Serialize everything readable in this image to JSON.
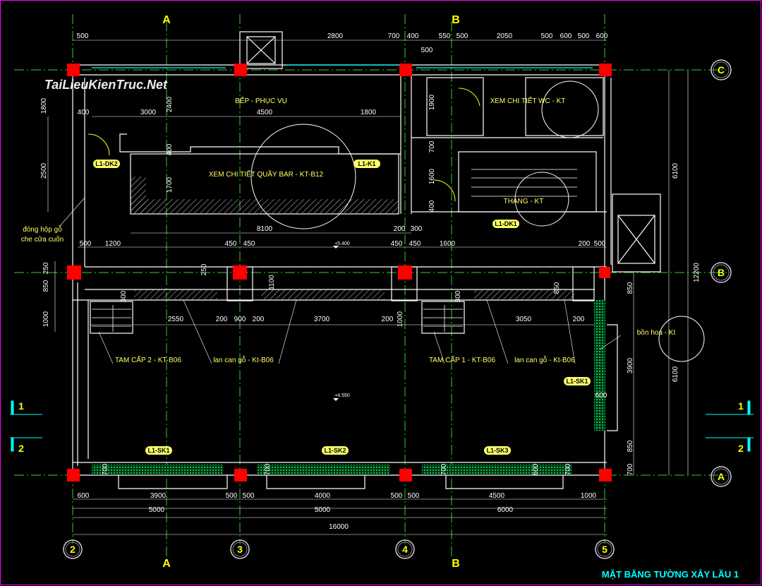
{
  "colors": {
    "background": "#000000",
    "wall": "#ffffff",
    "column": "#ff0000",
    "grid": "#33cc33",
    "dim": "#ffffff",
    "label": "#ffff66",
    "cyan": "#00ffff",
    "green": "#00ff66",
    "frame": "#ff00ff"
  },
  "watermark": {
    "text": "TaiLieuKienTruc.Net"
  },
  "title": "MẶT BẰNG TƯỜNG XÂY LẦU 1",
  "axes": {
    "top": [
      "A",
      "B"
    ],
    "bottom": [
      "A",
      "B"
    ],
    "right": [
      "C",
      "B",
      "A"
    ],
    "numbers": [
      "2",
      "3",
      "4",
      "5"
    ],
    "section_left": [
      "1",
      "2"
    ],
    "section_right": [
      "1",
      "2"
    ]
  },
  "room_labels": [
    "BẾP - PHỤC VỤ",
    "XEM CHI TIẾT QUẦY BAR  -  KT-B12",
    "XEM CHI TIẾT WC - KT",
    "THANG - KT",
    "TAM CẤP 2 -  KT-B06",
    "lan can gỗ - Kt-B06",
    "TAM CẤP 1 - KT-B06",
    "lan can gỗ - Kt-B06",
    "bồn hoa - Kt",
    "đóng hộp gỗ",
    "che cửa cuốn"
  ],
  "tags": [
    "L1-DK2",
    "L1-K1",
    "L1-DK1",
    "L1-SK1",
    "L1-SK1",
    "L1-SK2",
    "L1-SK3"
  ],
  "levels": [
    "+5.400",
    "+4.550"
  ],
  "dims": {
    "top_row": [
      "500",
      "2800",
      "700",
      "400",
      "550",
      "500",
      "2050",
      "500",
      "600",
      "500",
      "600"
    ],
    "top_small": [
      "500"
    ],
    "kitchen_row": [
      "400",
      "3000",
      "4500",
      "1800"
    ],
    "kitchen_vert": [
      "1800",
      "2400",
      "400",
      "1700",
      "1900",
      "700",
      "1600",
      "400",
      "2500"
    ],
    "mid_row": [
      "8100",
      "200",
      "300"
    ],
    "row_b": [
      "500",
      "1200",
      "450",
      "450",
      "450",
      "450",
      "1600",
      "200",
      "500"
    ],
    "row_stairs": [
      "2550",
      "200",
      "900",
      "200",
      "3700",
      "200",
      "3050",
      "200"
    ],
    "vert_b": [
      "250",
      "850",
      "1000",
      "250",
      "1100",
      "300",
      "1000",
      "300",
      "850"
    ],
    "right_vert": [
      "6100",
      "12200",
      "850",
      "3900",
      "6100",
      "850",
      "700",
      "600"
    ],
    "sk_vert": [
      "700",
      "700",
      "700",
      "700",
      "600"
    ],
    "bottom_row1": [
      "600",
      "3900",
      "500",
      "500",
      "4000",
      "500",
      "500",
      "4500",
      "1000"
    ],
    "bottom_row2": [
      "5000",
      "5000",
      "6000"
    ],
    "bottom_total": [
      "16000"
    ]
  }
}
